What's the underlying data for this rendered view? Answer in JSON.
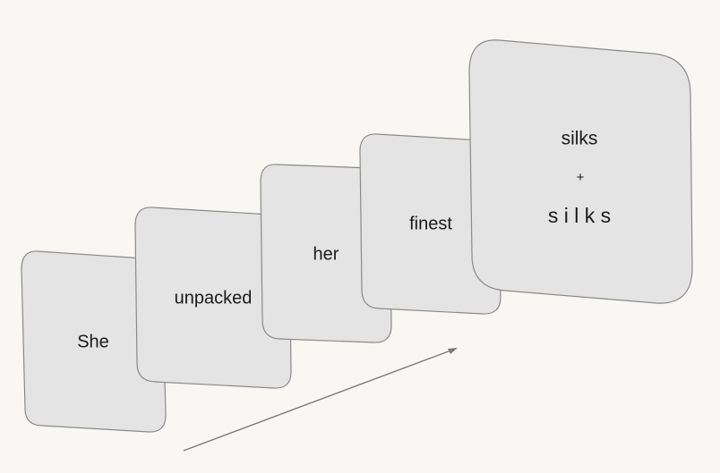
{
  "cards": [
    {
      "word": "She"
    },
    {
      "word": "unpacked"
    },
    {
      "word": "her"
    },
    {
      "word": "finest"
    },
    {
      "word": "silks",
      "plus": "+",
      "spaced": "s i l k s"
    }
  ]
}
